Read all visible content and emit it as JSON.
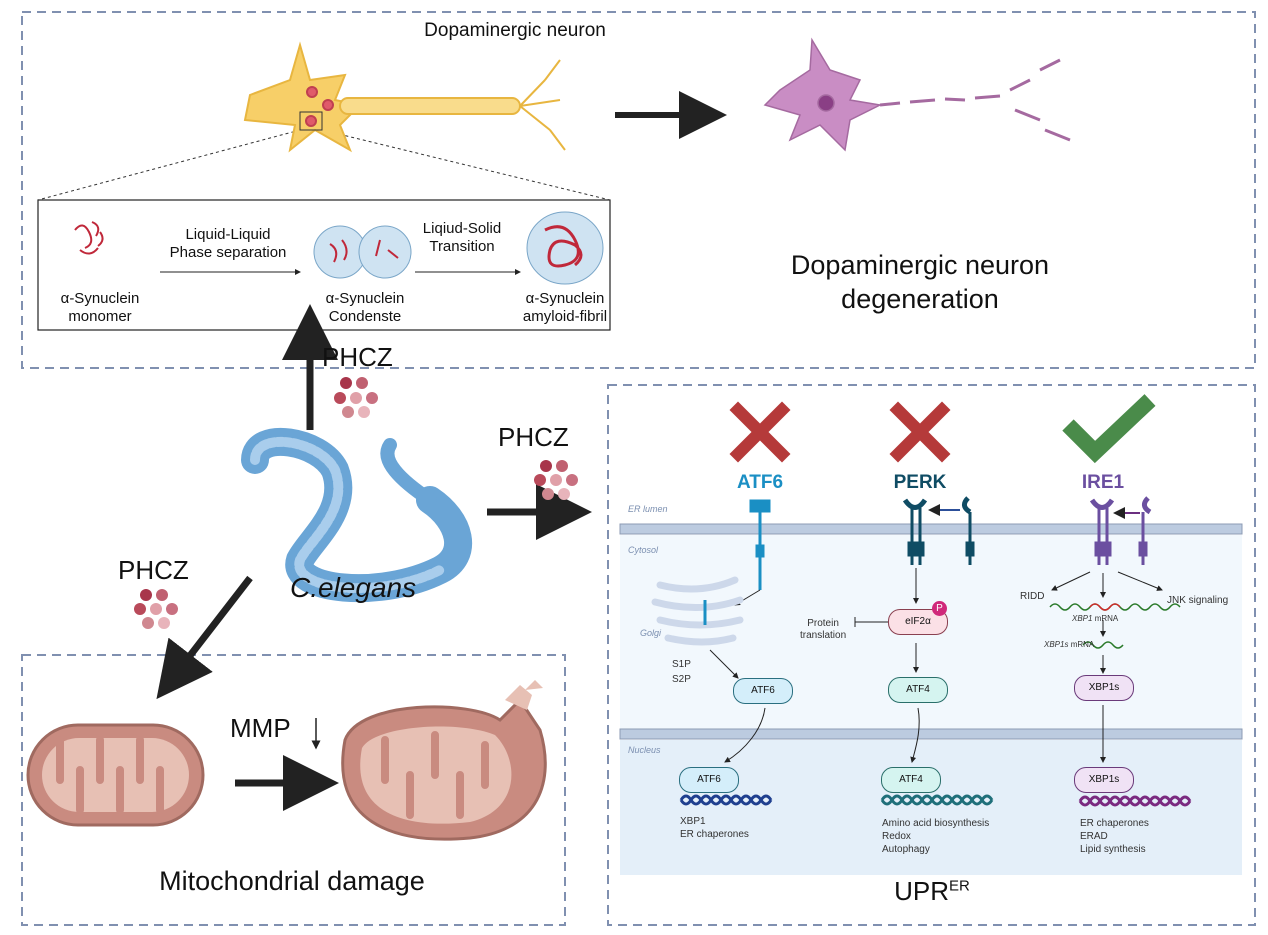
{
  "top_panel": {
    "title": "Dopaminergic neuron",
    "degeneration_label": [
      "Dopaminergic neuron",
      "degeneration"
    ],
    "inset": {
      "step1": [
        "α-Synuclein",
        "monomer"
      ],
      "arrow1": [
        "Liquid-Liquid",
        "Phase separation"
      ],
      "step2": [
        "α-Synuclein",
        "Condenste"
      ],
      "arrow2": [
        "Liqiud-Solid",
        "Transition"
      ],
      "step3": [
        "α-Synuclein",
        "amyloid-fibril"
      ]
    }
  },
  "center": {
    "organism": "C.elegans",
    "treatment_up": "PHCZ",
    "treatment_right": "PHCZ",
    "treatment_down": "PHCZ"
  },
  "mito_panel": {
    "mmp_label": "MMP",
    "title": "Mitochondrial damage"
  },
  "upr_panel": {
    "title": "UPR",
    "title_sup": "ER",
    "regions": {
      "lumen": "ER lumen",
      "cytosol": "Cytosol",
      "golgi": "Golgi",
      "nucleus": "Nucleus"
    },
    "branches": [
      {
        "name": "ATF6",
        "status": "inhibited",
        "color": "#1a8fc4",
        "proteases": [
          "S1P",
          "S2P"
        ],
        "cyto_factor": "ATF6",
        "nuclear_factor": "ATF6",
        "targets": [
          "XBP1",
          "ER chaperones"
        ]
      },
      {
        "name": "PERK",
        "status": "inhibited",
        "color": "#0f4c64",
        "mediator": "eIF2α",
        "phospho": "P",
        "side_effect": [
          "Protein",
          "translation"
        ],
        "cyto_factor": "ATF4",
        "nuclear_factor": "ATF4",
        "targets": [
          "Amino acid biosynthesis",
          "Redox",
          "Autophagy"
        ]
      },
      {
        "name": "IRE1",
        "status": "activated",
        "color": "#6b4fa0",
        "side_left": "RIDD",
        "side_right": "JNK signaling",
        "mrna1": "XBP1",
        "mrna1_suffix": " mRNA",
        "mrna2": "XBP1s",
        "mrna2_suffix": " mRNA",
        "cyto_factor": "XBP1s",
        "nuclear_factor": "XBP1s",
        "targets": [
          "ER chaperones",
          "ERAD",
          "Lipid synthesis"
        ]
      }
    ]
  },
  "colors": {
    "inhibit": "#b53a3a",
    "activate": "#4a8b4a",
    "dash": "#8090b0",
    "mito": "#c98b80",
    "neuron": "#f5c85a",
    "degenerated": "#b57bb0"
  }
}
